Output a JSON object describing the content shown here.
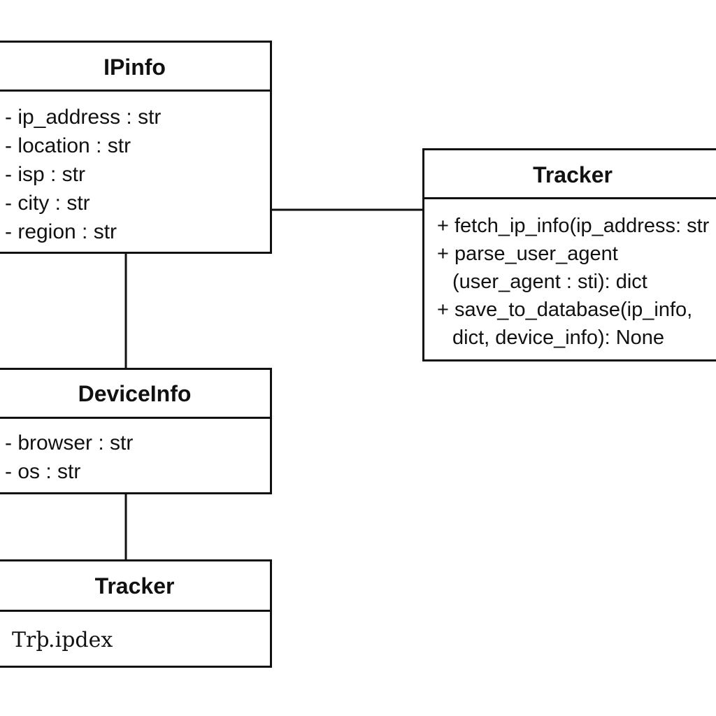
{
  "classes": {
    "ipinfo": {
      "name": "IPinfo",
      "attributes": [
        "- ip_address : str",
        "- location : str",
        "- isp : str",
        "- city : str",
        "- region : str"
      ]
    },
    "tracker_main": {
      "name": "Tracker",
      "methods": [
        "+ fetch_ip_info(ip_address: str",
        "+ parse_user_agent",
        "(user_agent : sti): dict",
        "+ save_to_database(ip_info,",
        "dict, device_info): None"
      ]
    },
    "deviceinfo": {
      "name": "DeviceInfo",
      "attributes": [
        "- browser : str",
        "- os : str"
      ]
    },
    "tracker_bottom": {
      "name": "Tracker",
      "body": "Trþ.ipdex"
    }
  }
}
